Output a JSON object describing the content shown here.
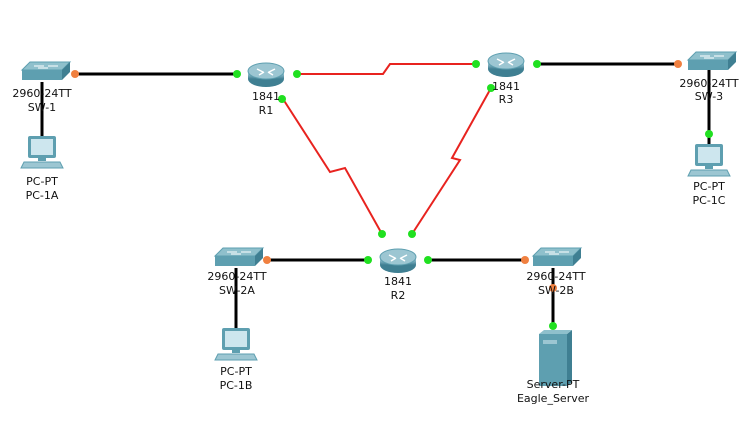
{
  "colors": {
    "ethernet": "#000000",
    "serial": "#e8231f",
    "port_up": "#20e020",
    "port_pending": "#f08040",
    "device": "#5e9fb0"
  },
  "devices": {
    "sw1": {
      "model": "2960-24TT",
      "name": "SW-1",
      "icon": "switch-icon"
    },
    "pc1a": {
      "model": "PC-PT",
      "name": "PC-1A",
      "icon": "pc-icon"
    },
    "r1": {
      "model": "1841",
      "name": "R1",
      "icon": "router-icon"
    },
    "r3": {
      "model": "1841",
      "name": "R3",
      "icon": "router-icon"
    },
    "sw3": {
      "model": "2960-24TT",
      "name": "SW-3",
      "icon": "switch-icon"
    },
    "pc1c": {
      "model": "PC-PT",
      "name": "PC-1C",
      "icon": "pc-icon"
    },
    "r2": {
      "model": "1841",
      "name": "R2",
      "icon": "router-icon"
    },
    "sw2a": {
      "model": "2960-24TT",
      "name": "SW-2A",
      "icon": "switch-icon"
    },
    "pc1b": {
      "model": "PC-PT",
      "name": "PC-1B",
      "icon": "pc-icon"
    },
    "sw2b": {
      "model": "2960-24TT",
      "name": "SW-2B",
      "icon": "switch-icon"
    },
    "server": {
      "model": "Server-PT",
      "name": "Eagle_Server",
      "icon": "server-icon"
    }
  }
}
